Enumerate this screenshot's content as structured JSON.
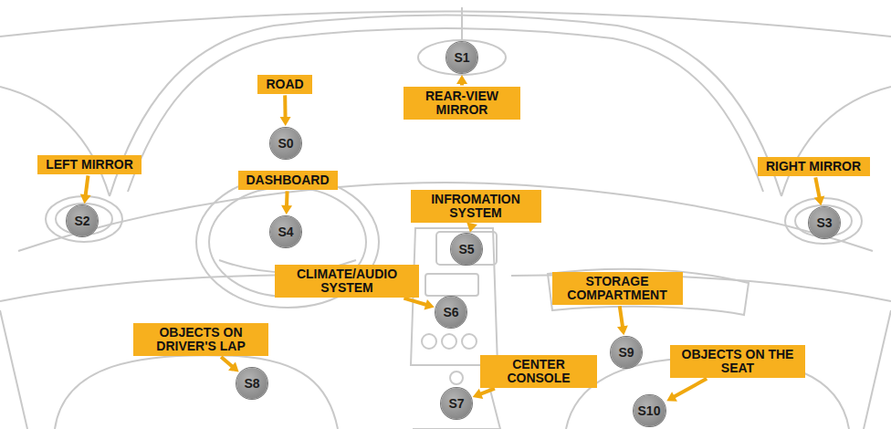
{
  "diagram": {
    "nodes": [
      {
        "text": [
          "ROAD"
        ]
      },
      {
        "text": [
          "S0"
        ]
      },
      {
        "text": [
          "S1"
        ]
      },
      {
        "text": [
          "REAR-VIEW MIRROR"
        ]
      },
      {
        "text": [
          "LEFT MIRROR"
        ]
      },
      {
        "text": [
          "S2"
        ]
      },
      {
        "text": [
          "DASHBOARD"
        ]
      },
      {
        "text": [
          "S4"
        ]
      },
      {
        "text": [
          "RIGHT MIRROR"
        ]
      },
      {
        "text": [
          "S3"
        ]
      },
      {
        "text": [
          "INFROMATION SYSTEM"
        ]
      },
      {
        "text": [
          "S5"
        ]
      },
      {
        "text": [
          "CLIMATE/AUDIO SYSTEM"
        ]
      },
      {
        "text": [
          "S6"
        ]
      },
      {
        "text": [
          "STORAGE COMPARTMENT"
        ]
      },
      {
        "text": [
          "S9"
        ]
      },
      {
        "text": [
          "OBJECTS ON DRIVER'S LAP"
        ]
      },
      {
        "text": [
          "S8"
        ]
      },
      {
        "text": [
          "CENTER CONSOLE"
        ]
      },
      {
        "text": [
          "S7"
        ]
      },
      {
        "text": [
          "OBJECTS ON THE SEAT"
        ]
      },
      {
        "text": [
          "S10"
        ]
      }
    ],
    "edges": [
      {
        "from": 0,
        "to": 1,
        "arrow": "to"
      },
      {
        "from": 3,
        "to": 2,
        "arrow": "to"
      },
      {
        "from": 4,
        "to": 5,
        "arrow": "to"
      },
      {
        "from": 6,
        "to": 7,
        "arrow": "to"
      },
      {
        "from": 8,
        "to": 9,
        "arrow": "to"
      },
      {
        "from": 10,
        "to": 11,
        "arrow": "to"
      },
      {
        "from": 12,
        "to": 13,
        "arrow": "to"
      },
      {
        "from": 14,
        "to": 15,
        "arrow": "to"
      },
      {
        "from": 16,
        "to": 17,
        "arrow": "to"
      },
      {
        "from": 18,
        "to": 19,
        "arrow": "to"
      },
      {
        "from": 20,
        "to": 21,
        "arrow": "to"
      }
    ]
  }
}
